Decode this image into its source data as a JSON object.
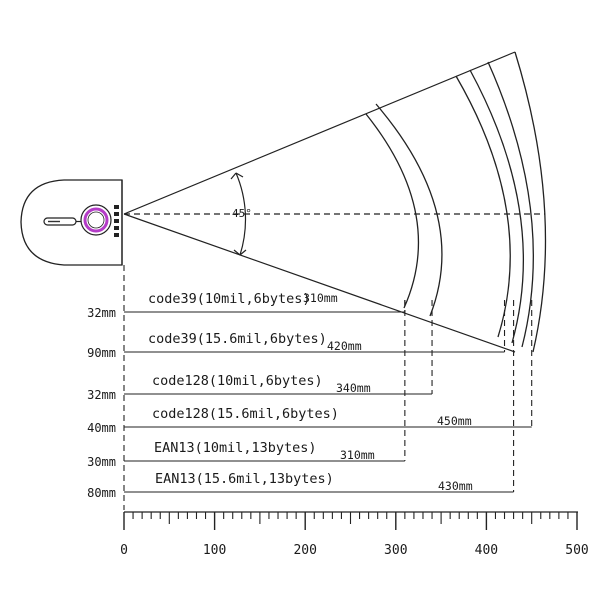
{
  "angle_label": "45°",
  "scale": {
    "ticks": [
      "0",
      "100",
      "200",
      "300",
      "400",
      "500"
    ]
  },
  "rows": [
    {
      "label": "code39(10mil,6bytes)",
      "distance": "310mm",
      "side": "32mm",
      "mm": 310
    },
    {
      "label": "code39(15.6mil,6bytes)",
      "distance": "420mm",
      "side": "90mm",
      "mm": 420
    },
    {
      "label": "code128(10mil,6bytes)",
      "distance": "340mm",
      "side": "32mm",
      "mm": 340
    },
    {
      "label": "code128(15.6mil,6bytes)",
      "distance": "450mm",
      "side": "40mm",
      "mm": 450
    },
    {
      "label": "EAN13(10mil,13bytes)",
      "distance": "310mm",
      "side": "30mm",
      "mm": 310
    },
    {
      "label": "EAN13(15.6mil,13bytes)",
      "distance": "430mm",
      "side": "80mm",
      "mm": 430
    }
  ]
}
